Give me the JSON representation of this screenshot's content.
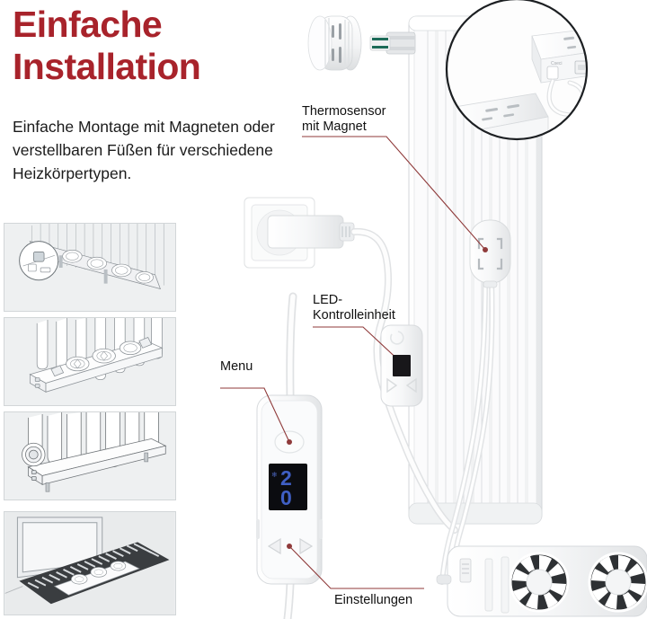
{
  "header": {
    "title_line1": "Einfache",
    "title_line2": "Installation",
    "title_color": "#A8232B",
    "subtitle": "Einfache Montage mit Magneten\noder verstellbaren Füßen\nfür verschiedene Heizkörpertypen."
  },
  "callouts": {
    "thermosensor": "Thermosensor\nmit Magnet",
    "led_unit": "LED-\nKontrolleinheit",
    "menu": "Menu",
    "settings": "Einstellungen"
  },
  "controller": {
    "display_digit_top": "2",
    "display_digit_bottom": "0",
    "display_value": "20",
    "display_icon": "fan-icon",
    "display_text_color": "#3f5fc4",
    "display_background": "#0b0c10",
    "button_left": "◁",
    "button_right": "▷",
    "menu_button": "menu-button"
  },
  "thumbnails": [
    {
      "id": "thumb-magnet-detail",
      "caption_none": "",
      "name": "radiator-fan-bar-with-magnet-zoom"
    },
    {
      "id": "thumb-panel-radiator",
      "caption_none": "",
      "name": "fan-unit-on-panel-radiator"
    },
    {
      "id": "thumb-column-radiator",
      "caption_none": "",
      "name": "fan-unit-on-column-radiator"
    },
    {
      "id": "thumb-floor-convector",
      "caption_none": "",
      "name": "fan-unit-in-floor-convector"
    }
  ],
  "scene": {
    "thermostat_valve": "thermostatic-radiator-valve",
    "radiator": "panel-radiator",
    "wall_socket": "wall-power-socket",
    "power_plug": "power-plug",
    "magnifier": "magnifier-circle-inset",
    "sensor_module": "thermosensor-module",
    "fan_unit": "dual-fan-unit",
    "leader_color": "#8f3a3a"
  },
  "colors": {
    "accent_red": "#A8232B",
    "text_dark": "#111111",
    "thumb_bg": "#eef0f1",
    "thumb_border": "#d2d6d8",
    "device_white": "#f4f5f6",
    "device_shadow": "#d8dadd",
    "lcd_blue": "#3f5fc4"
  }
}
